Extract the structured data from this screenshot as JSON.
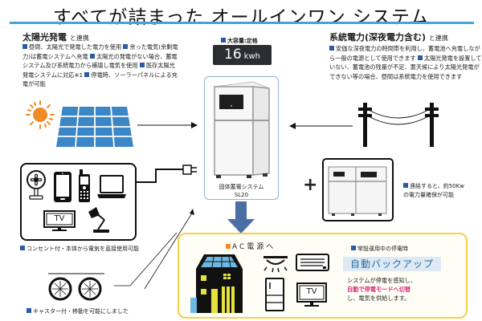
{
  "header": {
    "title": "すべてが詰まった オールインワン システム"
  },
  "solar": {
    "heading": "太陽光発電",
    "heading_suffix": "と連携",
    "bullets": [
      "昼間、太陽光で発電した電力を使用",
      "余った電気(余剰電力)は蓄電システムへ充電",
      "太陽光の発電がない場合、蓄電システム及び系統電力から補填し電気を使用",
      "既存太陽光発電システムに対応※1",
      "停電時、ソーラーパネルによる充電が可能"
    ]
  },
  "grid": {
    "heading": "系統電力(深夜電力含む)",
    "heading_suffix": "と連携",
    "bullets": [
      "安価な深夜電力の時間帯を利用し、蓄電池へ充電しながら一般の電源として使用できます",
      "太陽光発電を設置していない、蓄電池の残量が不足、悪天候により太陽光発電ができない等の場合、昼間は系統電力を使用できます"
    ]
  },
  "capacity": {
    "label": "大容量:定格",
    "value": "16",
    "unit": "kwh"
  },
  "unit": {
    "name": "固体蓄電システム",
    "model": "SL20"
  },
  "devices": {
    "icons": [
      "fan-icon",
      "smartphone-icon",
      "mobile-phone-icon",
      "laptop-icon",
      "tv-icon",
      "desk-lamp-icon"
    ],
    "tv_label": "TV",
    "outlet_caption": "コンセント付・本体から電気を直接使用可能",
    "caster_caption": "キャスター付・移動を可能にしました"
  },
  "expansion": {
    "plus": "+",
    "caption_line1": "連結すると、約50Kw",
    "caption_line2": "の電力量確保が可能"
  },
  "ac": {
    "label": "AC電源へ",
    "tv_label": "TV",
    "backup_label": "常設運用中の停電時",
    "backup_title": "自動バックアップ",
    "backup_line1": "システムが停電を感知し、",
    "backup_highlight": "自動で停電モードへ切替",
    "backup_line3": "し、電気を供給します。"
  },
  "colors": {
    "accent_blue": "#3fa7d6",
    "bullet_blue": "#2a5aa8",
    "sun_orange": "#f08a24",
    "panel_blue": "#3a86c6",
    "ac_border": "#f3d24a",
    "highlight_pink": "#d2317b",
    "arrow_blue": "#4a6fa5"
  }
}
